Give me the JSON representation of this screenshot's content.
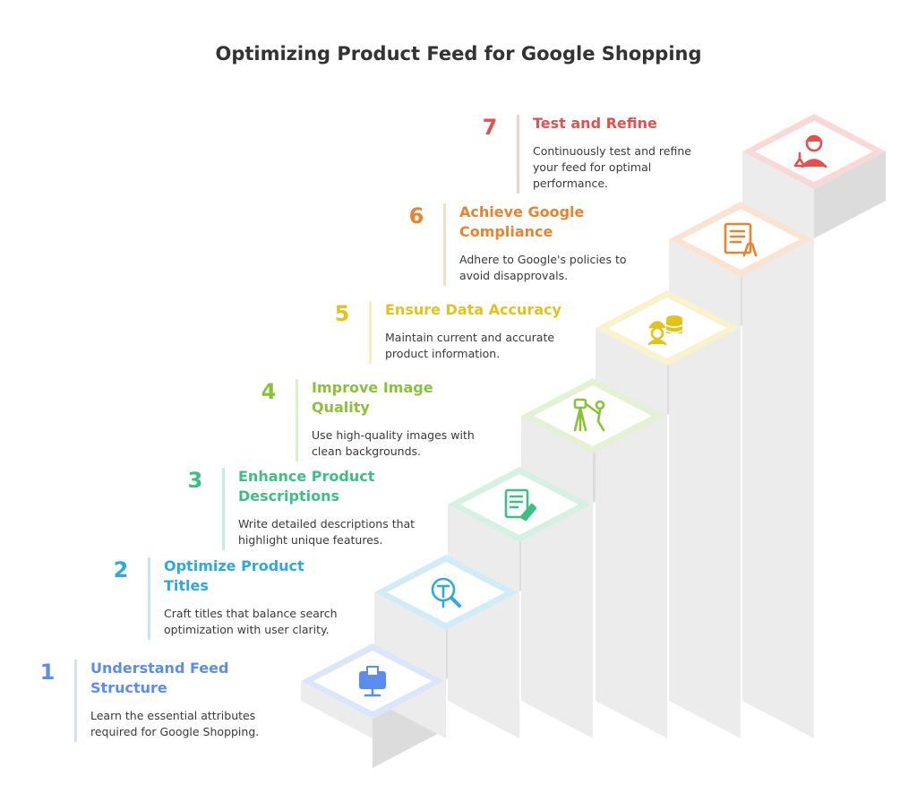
{
  "title": "Optimizing Product Feed for Google Shopping",
  "steps": [
    {
      "number": "1",
      "heading_lines": [
        "Understand Feed",
        "Structure"
      ],
      "desc_lines": [
        "Learn the essential attributes",
        "required for Google Shopping."
      ],
      "color": "#5b8def",
      "icon": "computer-box-icon"
    },
    {
      "number": "2",
      "heading_lines": [
        "Optimize Product",
        "Titles"
      ],
      "desc_lines": [
        "Craft titles that balance search",
        "optimization with user clarity."
      ],
      "color": "#2fa8dc",
      "icon": "search-text-icon"
    },
    {
      "number": "3",
      "heading_lines": [
        "Enhance Product",
        "Descriptions"
      ],
      "desc_lines": [
        "Write detailed descriptions that",
        "highlight unique features."
      ],
      "color": "#3dbf84",
      "icon": "document-pen-icon"
    },
    {
      "number": "4",
      "heading_lines": [
        "Improve Image",
        "Quality"
      ],
      "desc_lines": [
        "Use high-quality images with",
        "clean backgrounds."
      ],
      "color": "#8bc13a",
      "icon": "photographer-icon"
    },
    {
      "number": "5",
      "heading_lines": [
        "Ensure Data Accuracy"
      ],
      "desc_lines": [
        "Maintain current and accurate",
        "product information."
      ],
      "color": "#e3c31b",
      "icon": "worker-database-icon"
    },
    {
      "number": "6",
      "heading_lines": [
        "Achieve Google",
        "Compliance"
      ],
      "desc_lines": [
        "Adhere to Google's policies to",
        "avoid disapprovals."
      ],
      "color": "#e8832e",
      "icon": "document-hand-icon"
    },
    {
      "number": "7",
      "heading_lines": [
        "Test and Refine"
      ],
      "desc_lines": [
        "Continuously test and refine",
        "your feed for optimal",
        "performance."
      ],
      "color": "#e2514f",
      "icon": "scientist-icon"
    }
  ]
}
